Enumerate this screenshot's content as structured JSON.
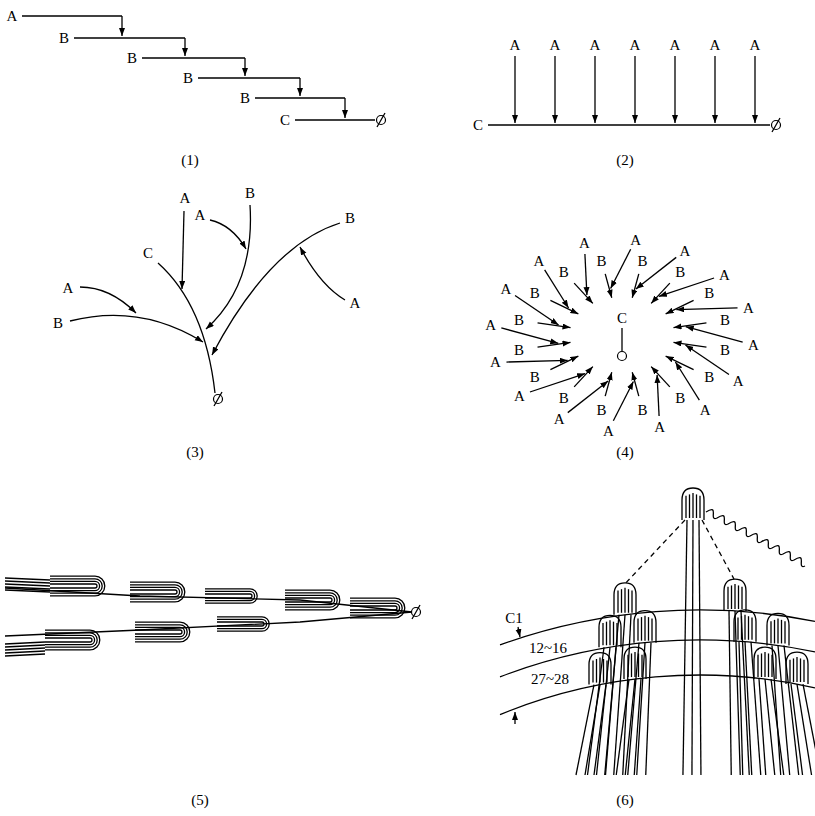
{
  "diagram": {
    "labels": [
      "A",
      "B",
      "B",
      "B",
      "B",
      "C",
      "(1)",
      "A",
      "A",
      "A",
      "A",
      "A",
      "A",
      "A",
      "C",
      "(2)",
      "C",
      "A",
      "B",
      "A",
      "A",
      "B",
      "B",
      "A",
      "(3)",
      "C",
      "(4)",
      "B",
      "A",
      "B",
      "A",
      "B",
      "A",
      "B",
      "A",
      "B",
      "A",
      "B",
      "A",
      "B",
      "A",
      "B",
      "A",
      "B",
      "A",
      "B",
      "A",
      "B",
      "A",
      "B",
      "A",
      "B",
      "A",
      "B",
      "A",
      "B",
      "A",
      "B",
      "A",
      "(5)",
      "C1",
      "12~16",
      "27~28",
      "(6)"
    ]
  }
}
